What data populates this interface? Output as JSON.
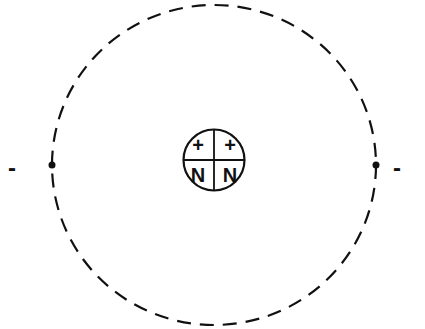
{
  "diagram": {
    "nodes": [
      {
        "text": [
          "+",
          "+",
          "N",
          "N"
        ]
      }
    ],
    "labels": [
      "-",
      "-"
    ]
  }
}
